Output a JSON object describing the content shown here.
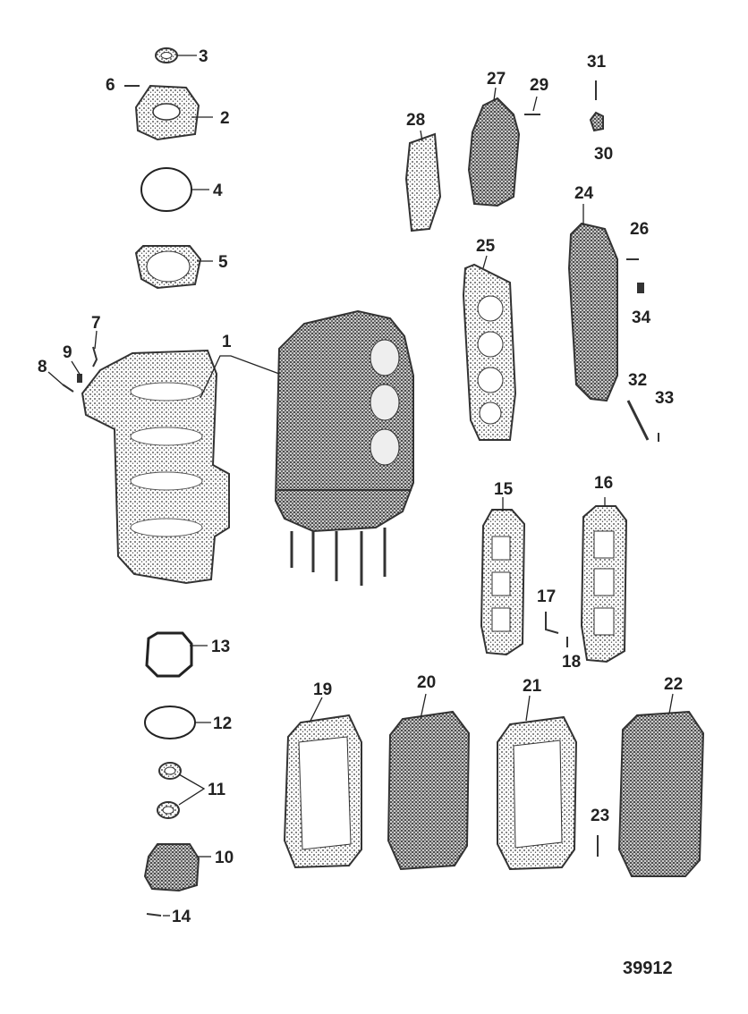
{
  "diagram": {
    "figure_number": "39912",
    "callouts": [
      {
        "id": "c1",
        "label": "1"
      },
      {
        "id": "c2",
        "label": "2"
      },
      {
        "id": "c3",
        "label": "3"
      },
      {
        "id": "c4",
        "label": "4"
      },
      {
        "id": "c5",
        "label": "5"
      },
      {
        "id": "c6",
        "label": "6"
      },
      {
        "id": "c7",
        "label": "7"
      },
      {
        "id": "c8",
        "label": "8"
      },
      {
        "id": "c9",
        "label": "9"
      },
      {
        "id": "c10",
        "label": "10"
      },
      {
        "id": "c11",
        "label": "11"
      },
      {
        "id": "c12",
        "label": "12"
      },
      {
        "id": "c13",
        "label": "13"
      },
      {
        "id": "c14",
        "label": "14"
      },
      {
        "id": "c15",
        "label": "15"
      },
      {
        "id": "c16",
        "label": "16"
      },
      {
        "id": "c17",
        "label": "17"
      },
      {
        "id": "c18",
        "label": "18"
      },
      {
        "id": "c19",
        "label": "19"
      },
      {
        "id": "c20",
        "label": "20"
      },
      {
        "id": "c21",
        "label": "21"
      },
      {
        "id": "c22",
        "label": "22"
      },
      {
        "id": "c23",
        "label": "23"
      },
      {
        "id": "c24",
        "label": "24"
      },
      {
        "id": "c25",
        "label": "25"
      },
      {
        "id": "c26",
        "label": "26"
      },
      {
        "id": "c27",
        "label": "27"
      },
      {
        "id": "c28",
        "label": "28"
      },
      {
        "id": "c29",
        "label": "29"
      },
      {
        "id": "c30",
        "label": "30"
      },
      {
        "id": "c31",
        "label": "31"
      },
      {
        "id": "c32",
        "label": "32"
      },
      {
        "id": "c33",
        "label": "33"
      },
      {
        "id": "c34",
        "label": "34"
      }
    ]
  }
}
